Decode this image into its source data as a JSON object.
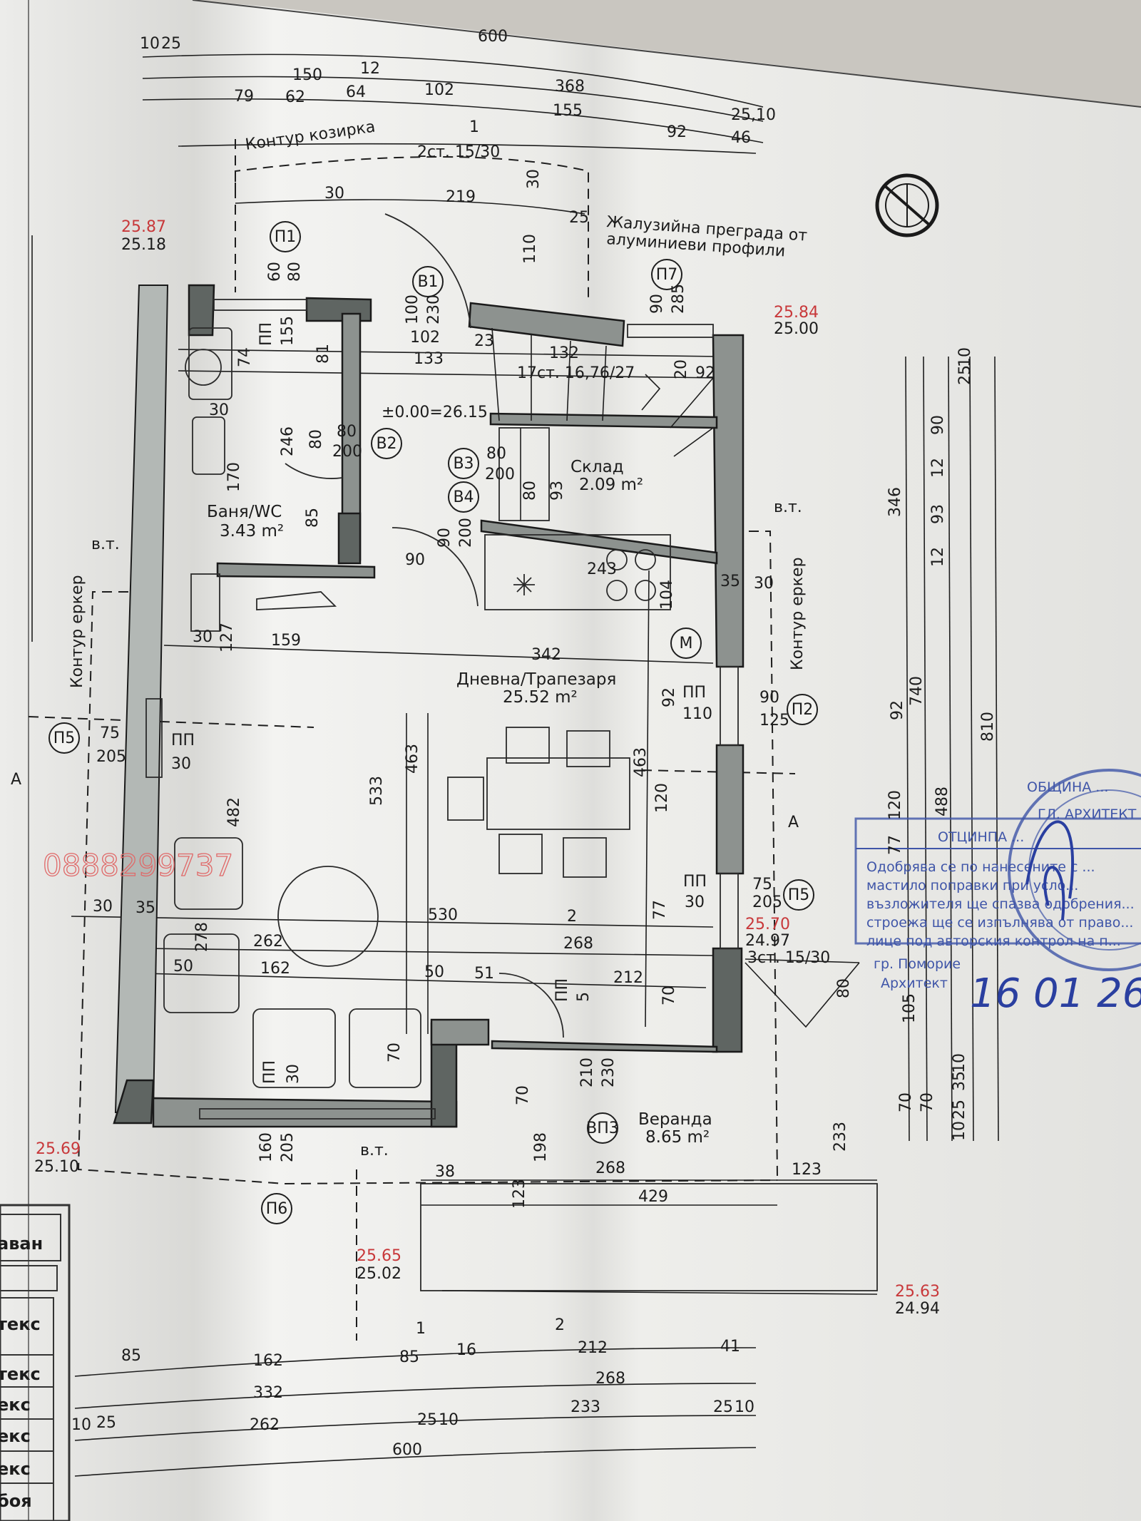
{
  "watermark": "0888299737",
  "rooms": {
    "bath": "Баня/WC",
    "bath_area": "3.43 m²",
    "living": "Дневна/Трапезаря",
    "living_area": "25.52 m²",
    "storage": "Склад",
    "storage_area": "2.09 m²",
    "veranda": "Веранда",
    "veranda_area": "8.65 m²"
  },
  "notes": {
    "canopy_outline": "Контур козирка",
    "bay_outline_left": "Контур еркер",
    "bay_outline_right": "Контур еркер",
    "louver_line1": "Жалузийна преграда от",
    "louver_line2": "алуминиеви профили",
    "zero_level": "±0.00=26.15",
    "stairs_top": "2ст. 15/30",
    "stairs_main": "17ст. 16,76/27",
    "stairs_right": "3ст. 15/30",
    "downpipe_1": "в.т.",
    "downpipe_2": "в.т.",
    "downpipe_3": "в.т."
  },
  "sections": {
    "s1_top": "1",
    "s1_bottom": "1",
    "s2_top": "2",
    "s2_bottom": "2",
    "a_left": "A",
    "a_right": "A"
  },
  "elevations": [
    "25.87",
    "25.18",
    "25.84",
    "25.00",
    "25.70",
    "24.97",
    "25.69",
    "25.10",
    "25.65",
    "25.02",
    "25.63",
    "24.94"
  ],
  "tags": [
    "П1",
    "В1",
    "П7",
    "В2",
    "В3",
    "В4",
    "П2",
    "П5",
    "П5",
    "П6",
    "ВП3",
    "M"
  ],
  "dims_top": [
    "10",
    "25",
    "600",
    "150",
    "12",
    "368",
    "79",
    "62",
    "64",
    "102",
    "155",
    "25,10",
    "92",
    "46",
    "30",
    "219",
    "30",
    "110",
    "25"
  ],
  "dims_interior": [
    "60",
    "80",
    "100",
    "230",
    "102",
    "90",
    "285",
    "ПП",
    "155",
    "74",
    "81",
    "23",
    "133",
    "132",
    "20",
    "92",
    "246",
    "80",
    "80",
    "200",
    "30",
    "80",
    "200",
    "80",
    "93",
    "170",
    "85",
    "90",
    "200",
    "90",
    "243",
    "35",
    "30",
    "104",
    "30",
    "127",
    "159",
    "342",
    "92",
    "ПП",
    "110",
    "90",
    "125",
    "75",
    "205",
    "ПП",
    "30",
    "463",
    "533",
    "463",
    "120",
    "482",
    "77",
    "ПП",
    "30",
    "75",
    "205",
    "30",
    "35",
    "530",
    "262",
    "268",
    "278",
    "50",
    "162",
    "50",
    "51",
    "212",
    "ПП",
    "5",
    "70",
    "80",
    "ПП",
    "30",
    "70",
    "70",
    "210",
    "230",
    "233",
    "198",
    "268",
    "123",
    "429",
    "38",
    "123",
    "160",
    "205"
  ],
  "dims_bottom": [
    "85",
    "162",
    "85",
    "16",
    "212",
    "41",
    "332",
    "268",
    "10",
    "25",
    "262",
    "25",
    "10",
    "233",
    "25",
    "10",
    "600"
  ],
  "dims_right": [
    "25",
    "10",
    "90",
    "12",
    "93",
    "12",
    "346",
    "92",
    "740",
    "810",
    "120",
    "488",
    "77",
    "105",
    "70",
    "70",
    "10",
    "25",
    "35",
    "10"
  ],
  "legend": [
    "аван",
    "текс",
    "текс",
    "екс",
    "екс",
    "екс",
    "боя"
  ],
  "stamp": {
    "seal": "ОБЩИНА ...",
    "seal_inner": "ГЛ. АРХИТЕКТ",
    "header": "ОТЦИНПА ...",
    "lines": [
      "Одобрява се по нанесените с ...",
      "мастило поправки при усло...",
      "възложителя ще спазва одобрения...",
      "строежа ще се изпълнява от право...",
      "лице под авторския контрол на п..."
    ],
    "city": "гр. Поморие",
    "role": "Архитект",
    "handwritten_date": "16 01 26"
  },
  "colors": {
    "ink": "#1c1c1c",
    "elevation_red": "#c8383a",
    "stamp_blue": "#3f55a8",
    "wall": "#8d928f",
    "paper": "#e6e6e3"
  }
}
